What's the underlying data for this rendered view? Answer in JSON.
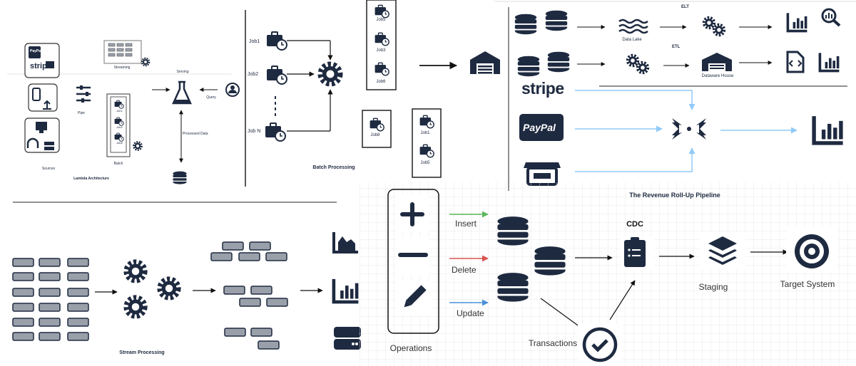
{
  "palette": {
    "navy": "#1e2a40",
    "gray": "#9aa0aa",
    "insert": "#5cb85c",
    "delete": "#d9534f",
    "update": "#4a90d9",
    "flow_blue": "#90caf9",
    "grid": "#e4e4e4"
  },
  "lambda": {
    "title": "Lambda Architecture",
    "sources": "Sources",
    "pipe": "Pipe",
    "streaming": "Streaming",
    "batch": "Batch",
    "serving": "Serving",
    "query": "Query",
    "processed_data": "Processed Data",
    "paypal_badge": "PayPal",
    "stripe_badge": "stripe",
    "batch_jobs": [
      "Job1",
      "Job2",
      "Job8"
    ]
  },
  "batch": {
    "title": "Batch Processing",
    "job1": "Job1",
    "job2": "Job2",
    "jobn": "Job N",
    "stack1": [
      "Job5",
      "Job3",
      "Job6"
    ],
    "box_job8": "Job8",
    "stack2": [
      "Job1",
      "Job5"
    ]
  },
  "revenue": {
    "title": "The Revenue Roll-Up Pipeline",
    "elt": "ELT",
    "etl": "ETL",
    "data_lake": "Data Lake",
    "warehouse": "Dataware House",
    "stripe": "stripe",
    "paypal": "PayPal"
  },
  "stream": {
    "title": "Stream Processing"
  },
  "cdc": {
    "operations": "Operations",
    "insert": "Insert",
    "delete": "Delete",
    "update": "Update",
    "cdc": "CDC",
    "staging": "Staging",
    "target": "Target System",
    "transactions": "Transactions"
  },
  "icons": [
    "database-icon",
    "gear-icon",
    "briefcase-clock-icon",
    "warehouse-icon",
    "bar-chart-icon",
    "area-chart-icon",
    "search-chart-icon",
    "code-file-icon",
    "flask-icon",
    "user-icon",
    "sliders-icon",
    "waves-icon",
    "layers-icon",
    "target-icon",
    "check-circle-icon",
    "clipboard-icon",
    "plus-icon",
    "minus-icon",
    "pencil-icon",
    "shop-icon",
    "merge-arrows-icon",
    "server-icon",
    "headphones-icon",
    "monitor-icon",
    "phone-upload-icon"
  ]
}
